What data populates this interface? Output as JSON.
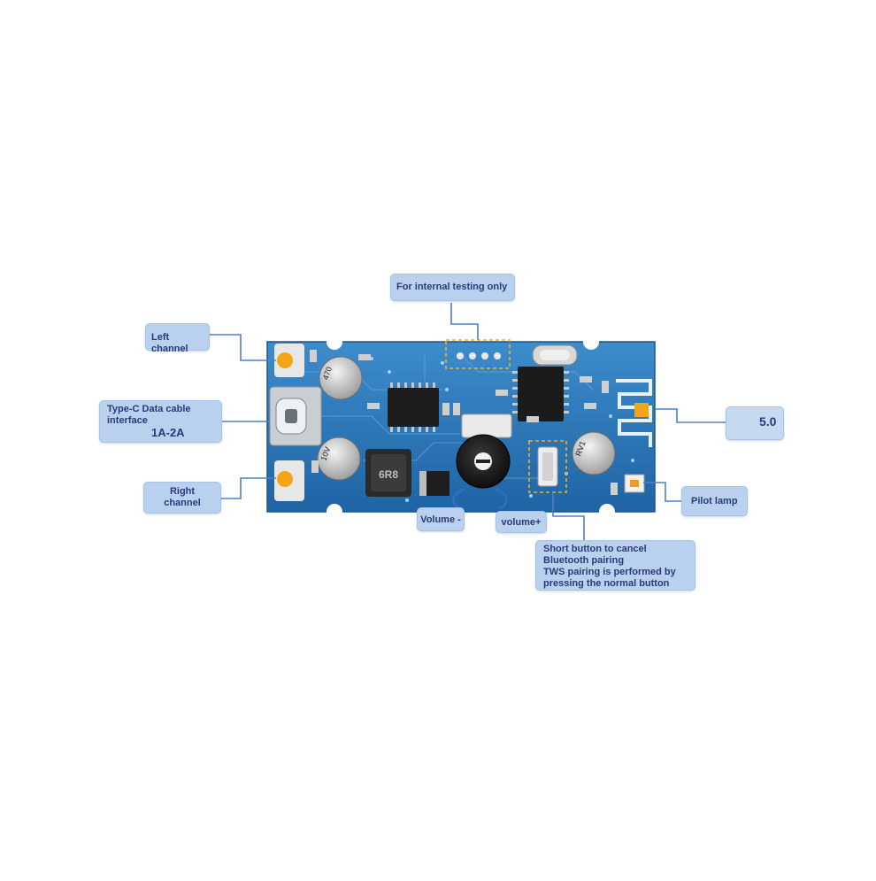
{
  "labels": {
    "internal_testing": "For internal testing only",
    "left_channel": "Left channel",
    "typec_line1": "Type-C Data cable",
    "typec_line2": "interface",
    "typec_line3": "1A-2A",
    "right_line1": "Right",
    "right_line2": "channel",
    "bt_version": "5.0",
    "pilot_lamp": "Pilot lamp",
    "volume_minus": "Volume -",
    "volume_plus": "volume+",
    "button_line1": "Short button to cancel",
    "button_line2": "Bluetooth pairing",
    "button_line3": "TWS pairing is performed by",
    "button_line4": "pressing the normal button"
  },
  "board_markings": {
    "capacitor_line1": "470",
    "capacitor_line2": "10V",
    "capacitor_line3": "RV1",
    "inductor": "6R8"
  },
  "colors": {
    "label_bg": "#b9d1ef",
    "label_text": "#2a3a78",
    "wire": "#4f7fc9",
    "pcb": "#2d78b8"
  }
}
